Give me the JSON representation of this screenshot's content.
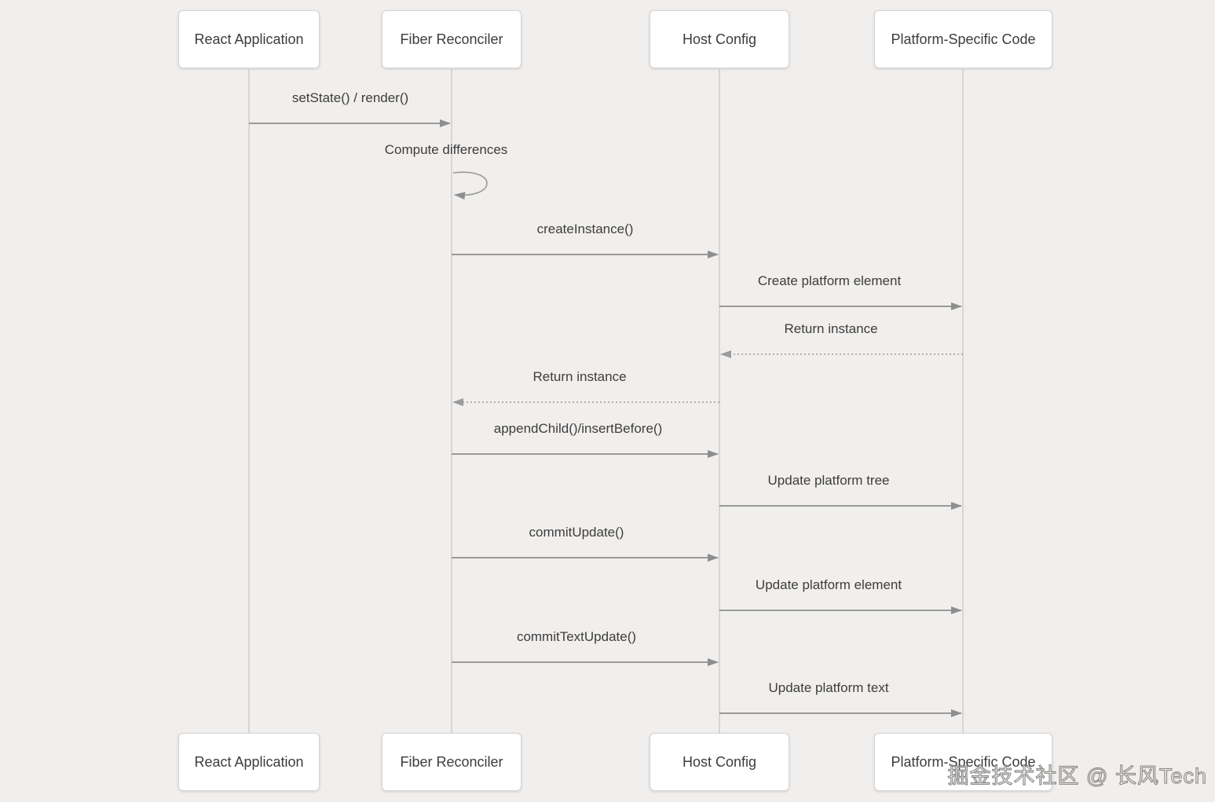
{
  "actors": [
    {
      "label": "React Application"
    },
    {
      "label": "Fiber Reconciler"
    },
    {
      "label": "Host Config"
    },
    {
      "label": "Platform-Specific Code"
    }
  ],
  "messages": [
    {
      "label": "setState() / render()",
      "from": "React Application",
      "to": "Fiber Reconciler",
      "line": "solid"
    },
    {
      "label": "Compute differences",
      "from": "Fiber Reconciler",
      "to": "Fiber Reconciler",
      "line": "self-loop"
    },
    {
      "label": "createInstance()",
      "from": "Fiber Reconciler",
      "to": "Host Config",
      "line": "solid"
    },
    {
      "label": "Create platform element",
      "from": "Host Config",
      "to": "Platform-Specific Code",
      "line": "solid"
    },
    {
      "label": "Return instance",
      "from": "Platform-Specific Code",
      "to": "Host Config",
      "line": "dashed"
    },
    {
      "label": "Return instance",
      "from": "Host Config",
      "to": "Fiber Reconciler",
      "line": "dashed"
    },
    {
      "label": "appendChild()/insertBefore()",
      "from": "Fiber Reconciler",
      "to": "Host Config",
      "line": "solid"
    },
    {
      "label": "Update platform tree",
      "from": "Host Config",
      "to": "Platform-Specific Code",
      "line": "solid"
    },
    {
      "label": "commitUpdate()",
      "from": "Fiber Reconciler",
      "to": "Host Config",
      "line": "solid"
    },
    {
      "label": "Update platform element",
      "from": "Host Config",
      "to": "Platform-Specific Code",
      "line": "solid"
    },
    {
      "label": "commitTextUpdate()",
      "from": "Fiber Reconciler",
      "to": "Host Config",
      "line": "solid"
    },
    {
      "label": "Update platform text",
      "from": "Host Config",
      "to": "Platform-Specific Code",
      "line": "solid"
    }
  ],
  "watermark": {
    "text": "掘金技术社区 @ 长风Tech"
  },
  "colors": {
    "background": "#f1efed",
    "box_fill": "#ffffff",
    "box_border": "#d8d6d4",
    "text": "#3c3c3c",
    "arrow": "#8e8e8e",
    "lifeline": "#cfcdcb",
    "watermark_stroke": "#8f8d8b"
  }
}
